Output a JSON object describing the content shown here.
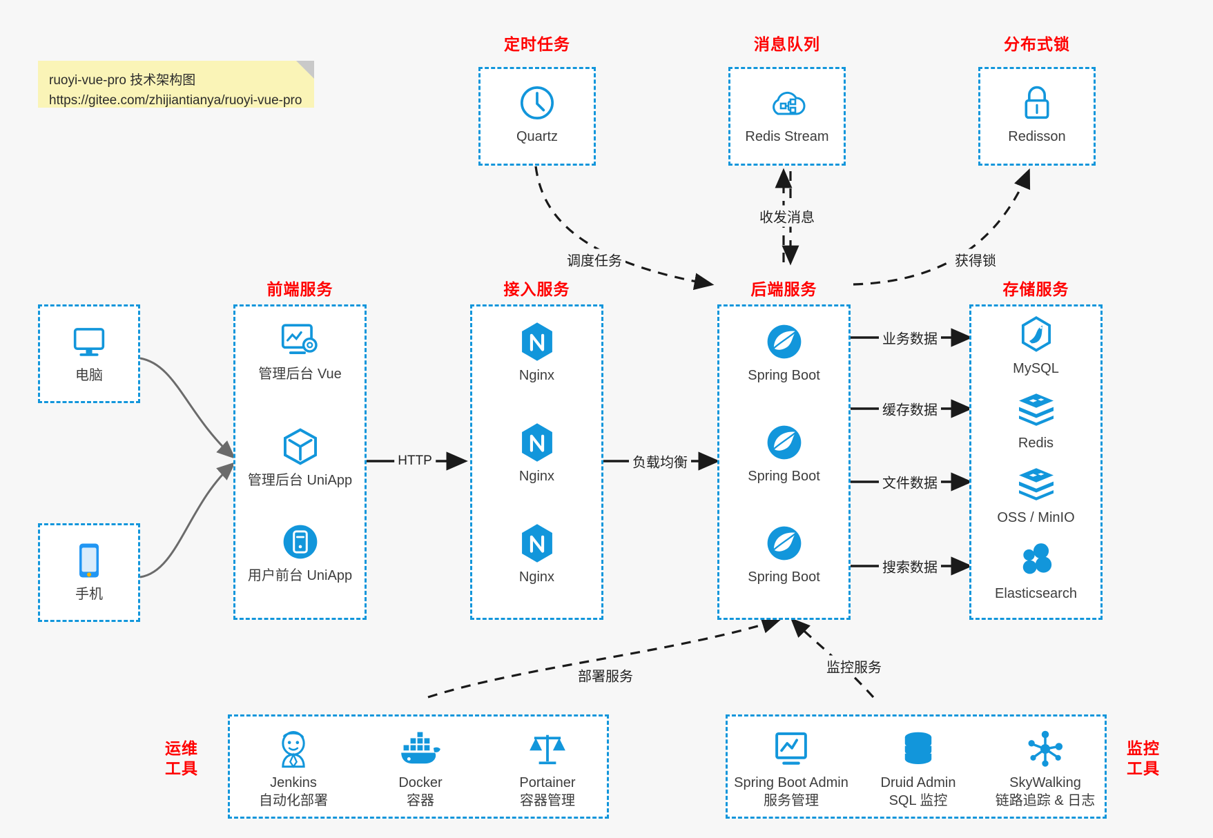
{
  "note": {
    "line1": "ruoyi-vue-pro 技术架构图",
    "line2": "https://gitee.com/zhijiantianya/ruoyi-vue-pro"
  },
  "accent_color": "#1296db",
  "title_color": "#ff0000",
  "background": "#f7f7f7",
  "groups": {
    "scheduled": {
      "title": "定时任务",
      "items": [
        {
          "label": "Quartz",
          "icon": "clock-icon"
        }
      ]
    },
    "mq": {
      "title": "消息队列",
      "items": [
        {
          "label": "Redis Stream",
          "icon": "cloud-stream-icon"
        }
      ]
    },
    "lock": {
      "title": "分布式锁",
      "items": [
        {
          "label": "Redisson",
          "icon": "lock-icon"
        }
      ]
    },
    "clients": {
      "items": [
        {
          "label": "电脑",
          "icon": "desktop-monitor-icon"
        },
        {
          "label": "手机",
          "icon": "mobile-phone-icon"
        }
      ]
    },
    "frontend": {
      "title": "前端服务",
      "items": [
        {
          "label": "管理后台 Vue",
          "icon": "dashboard-gear-icon"
        },
        {
          "label": "管理后台 UniApp",
          "icon": "hexagon-cube-icon"
        },
        {
          "label": "用户前台 UniApp",
          "icon": "phone-circle-icon"
        }
      ]
    },
    "gateway": {
      "title": "接入服务",
      "items": [
        {
          "label": "Nginx",
          "icon": "nginx-icon"
        },
        {
          "label": "Nginx",
          "icon": "nginx-icon"
        },
        {
          "label": "Nginx",
          "icon": "nginx-icon"
        }
      ]
    },
    "backend": {
      "title": "后端服务",
      "items": [
        {
          "label": "Spring Boot",
          "icon": "spring-boot-icon"
        },
        {
          "label": "Spring Boot",
          "icon": "spring-boot-icon"
        },
        {
          "label": "Spring Boot",
          "icon": "spring-boot-icon"
        }
      ]
    },
    "storage": {
      "title": "存储服务",
      "items": [
        {
          "label": "MySQL",
          "icon": "mysql-icon"
        },
        {
          "label": "Redis",
          "icon": "redis-icon"
        },
        {
          "label": "OSS / MinIO",
          "icon": "redis-icon"
        },
        {
          "label": "Elasticsearch",
          "icon": "elasticsearch-icon"
        }
      ]
    },
    "devops": {
      "title_line1": "运维",
      "title_line2": "工具",
      "items": [
        {
          "label": "Jenkins",
          "sublabel": "自动化部署",
          "icon": "jenkins-icon"
        },
        {
          "label": "Docker",
          "sublabel": "容器",
          "icon": "docker-icon"
        },
        {
          "label": "Portainer",
          "sublabel": "容器管理",
          "icon": "scales-icon"
        }
      ]
    },
    "monitor": {
      "title_line1": "监控",
      "title_line2": "工具",
      "items": [
        {
          "label": "Spring Boot Admin",
          "sublabel": "服务管理",
          "icon": "chart-monitor-icon"
        },
        {
          "label": "Druid Admin",
          "sublabel": "SQL 监控",
          "icon": "database-icon"
        },
        {
          "label": "SkyWalking",
          "sublabel": "链路追踪 & 日志",
          "icon": "skywalking-icon"
        }
      ]
    }
  },
  "edges": {
    "http": "HTTP",
    "load_balance": "负载均衡",
    "schedule_task": "调度任务",
    "send_receive_message": "收发消息",
    "acquire_lock": "获得锁",
    "business_data": "业务数据",
    "cache_data": "缓存数据",
    "file_data": "文件数据",
    "search_data": "搜索数据",
    "deploy_service": "部署服务",
    "monitor_service": "监控服务"
  }
}
